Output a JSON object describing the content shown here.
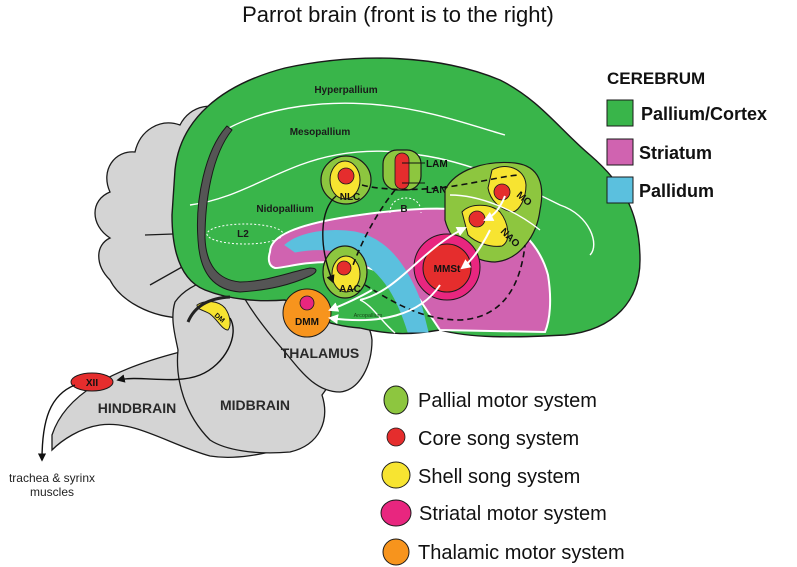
{
  "title": "Parrot brain (front is to the right)",
  "colors": {
    "pallium": "#39b54a",
    "pallial_motor": "#8dc63f",
    "striatum": "#d063b0",
    "pallidum": "#5bc0de",
    "core": "#e52d2d",
    "shell": "#f7e431",
    "striatal_motor": "#e8267f",
    "thalamic_motor": "#f7941d",
    "brainstem": "#d4d4d4",
    "outline": "#1a1a1a",
    "white_line": "#ffffff"
  },
  "regions": {
    "hyperpallium": "Hyperpallium",
    "mesopallium": "Mesopallium",
    "nidopallium": "Nidopallium",
    "arcopallium": "Arcopallium",
    "l2": "L2",
    "b": "B",
    "thalamus": "THALAMUS",
    "midbrain": "MIDBRAIN",
    "hindbrain": "HINDBRAIN"
  },
  "nuclei": {
    "nlc": "NLC",
    "lam": "LAM",
    "lan": "LAN",
    "mo": "MO",
    "nao": "NAO",
    "aac": "AAC",
    "mmst": "MMSt",
    "dmm": "DMM",
    "dm": "DM",
    "xii": "XII"
  },
  "output_label": {
    "line1": "trachea & syrinx",
    "line2": "muscles"
  },
  "cerebrum_legend": {
    "heading": "CEREBRUM",
    "items": [
      {
        "label": "Pallium/Cortex",
        "color": "#39b54a"
      },
      {
        "label": "Striatum",
        "color": "#d063b0"
      },
      {
        "label": "Pallidum",
        "color": "#5bc0de"
      }
    ]
  },
  "system_legend": {
    "items": [
      {
        "label": "Pallial motor system",
        "color": "#8dc63f"
      },
      {
        "label": "Core song system",
        "color": "#e52d2d"
      },
      {
        "label": "Shell song system",
        "color": "#f7e431"
      },
      {
        "label": "Striatal motor system",
        "color": "#e8267f"
      },
      {
        "label": "Thalamic motor system",
        "color": "#f7941d"
      }
    ]
  }
}
